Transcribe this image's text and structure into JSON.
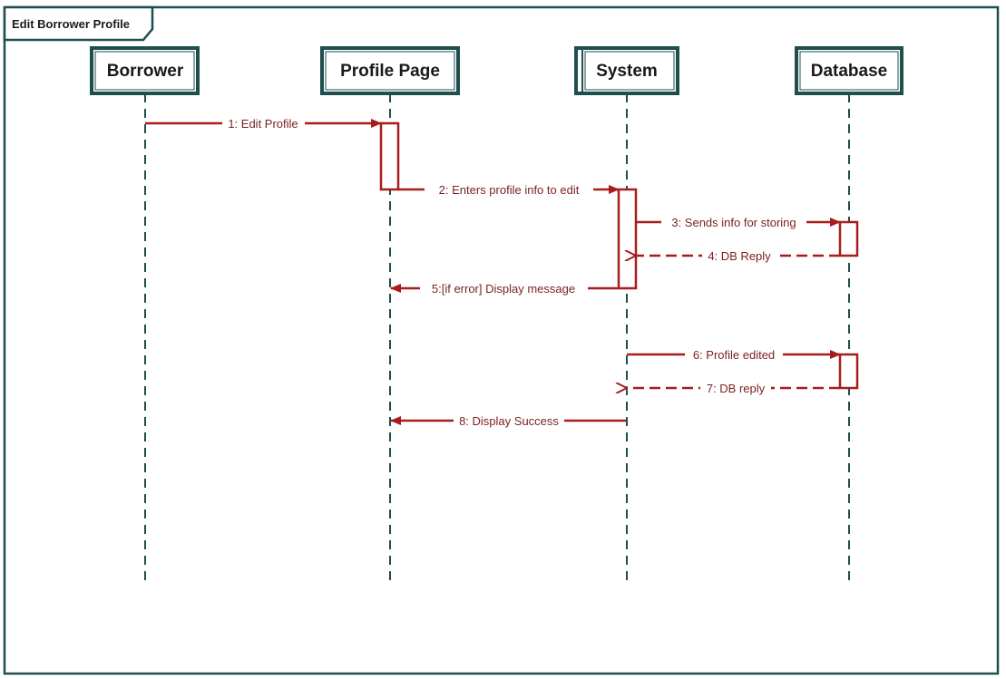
{
  "frame": {
    "title": "Edit Borrower Profile"
  },
  "actors": [
    {
      "id": "borrower",
      "label": "Borrower"
    },
    {
      "id": "profile_page",
      "label": "Profile Page"
    },
    {
      "id": "system",
      "label": "System"
    },
    {
      "id": "database",
      "label": "Database"
    }
  ],
  "messages": [
    {
      "id": "m1",
      "label": "1: Edit Profile",
      "from": "borrower",
      "to": "profile_page",
      "kind": "sync"
    },
    {
      "id": "m2",
      "label": "2: Enters profile info to edit",
      "from": "profile_page",
      "to": "system",
      "kind": "sync"
    },
    {
      "id": "m3",
      "label": "3: Sends info for storing",
      "from": "system",
      "to": "database",
      "kind": "sync"
    },
    {
      "id": "m4",
      "label": "4: DB Reply",
      "from": "database",
      "to": "system",
      "kind": "reply"
    },
    {
      "id": "m5",
      "label": "5:[if error] Display message",
      "from": "system",
      "to": "profile_page",
      "kind": "sync"
    },
    {
      "id": "m6",
      "label": "6: Profile edited",
      "from": "system",
      "to": "database",
      "kind": "sync"
    },
    {
      "id": "m7",
      "label": "7: DB reply",
      "from": "database",
      "to": "system",
      "kind": "reply"
    },
    {
      "id": "m8",
      "label": "8: Display Success",
      "from": "system",
      "to": "profile_page",
      "kind": "sync"
    }
  ],
  "colors": {
    "frame": "#1f4e4e",
    "lifeline": "#1f4e4e",
    "message": "#a81c1c",
    "label": "#7a1f1f"
  }
}
